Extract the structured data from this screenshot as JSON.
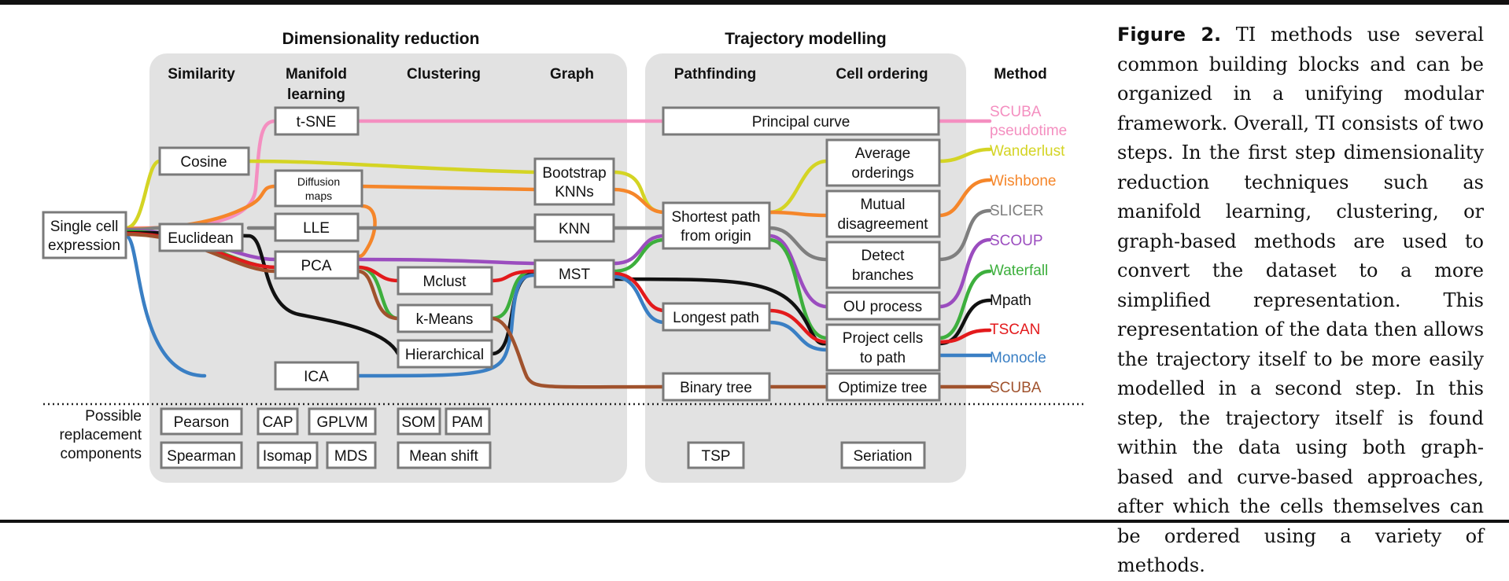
{
  "section_titles": {
    "dimensionality_reduction": "Dimensionality reduction",
    "trajectory_modelling": "Trajectory modelling"
  },
  "column_headers": {
    "similarity": "Similarity",
    "manifold_1": "Manifold",
    "manifold_2": "learning",
    "clustering": "Clustering",
    "graph": "Graph",
    "pathfinding": "Pathfinding",
    "cell_ordering": "Cell ordering",
    "method": "Method"
  },
  "nodes": {
    "single_cell_1": "Single cell",
    "single_cell_2": "expression",
    "cosine": "Cosine",
    "euclidean": "Euclidean",
    "tsne": "t-SNE",
    "diffusion_1": "Diffusion",
    "diffusion_2": "maps",
    "lle": "LLE",
    "pca": "PCA",
    "ica": "ICA",
    "mclust": "Mclust",
    "kmeans": "k-Means",
    "hierarchical": "Hierarchical",
    "bootstrap_1": "Bootstrap",
    "bootstrap_2": "KNNs",
    "knn": "KNN",
    "mst": "MST",
    "principal_curve": "Principal curve",
    "shortest_1": "Shortest path",
    "shortest_2": "from origin",
    "longest": "Longest path",
    "binary_tree": "Binary tree",
    "avg_1": "Average",
    "avg_2": "orderings",
    "mutual_1": "Mutual",
    "mutual_2": "disagreement",
    "detect_1": "Detect",
    "detect_2": "branches",
    "ou": "OU process",
    "project_1": "Project cells",
    "project_2": "to path",
    "optimize": "Optimize tree"
  },
  "replacement": {
    "label_1": "Possible",
    "label_2": "replacement",
    "label_3": "components",
    "pearson": "Pearson",
    "spearman": "Spearman",
    "cap": "CAP",
    "gplvm": "GPLVM",
    "isomap": "Isomap",
    "mds": "MDS",
    "som": "SOM",
    "pam": "PAM",
    "mean_shift": "Mean shift",
    "tsp": "TSP",
    "seriation": "Seriation"
  },
  "methods": [
    {
      "id": "scuba_pt",
      "label_1": "SCUBA",
      "label_2": "pseudotime",
      "color": "#f48fc0"
    },
    {
      "id": "wanderlust",
      "label_1": "Wanderlust",
      "color": "#d4d424"
    },
    {
      "id": "wishbone",
      "label_1": "Wishbone",
      "color": "#f5862a"
    },
    {
      "id": "slicer",
      "label_1": "SLICER",
      "color": "#7f7f7f"
    },
    {
      "id": "scoup",
      "label_1": "SCOUP",
      "color": "#9b4dbf"
    },
    {
      "id": "waterfall",
      "label_1": "Waterfall",
      "color": "#3daf3d"
    },
    {
      "id": "mpath",
      "label_1": "Mpath",
      "color": "#111111"
    },
    {
      "id": "tscan",
      "label_1": "TSCAN",
      "color": "#e31a1c"
    },
    {
      "id": "monocle",
      "label_1": "Monocle",
      "color": "#3a7fc4"
    },
    {
      "id": "scuba",
      "label_1": "SCUBA",
      "color": "#a0522d"
    }
  ],
  "caption": {
    "figure_label": "Figure 2.",
    "text": "TI methods use several common building blocks and can be organized in a unifying modular framework. Overall, TI consists of two steps. In the first step dimensionality reduction techniques such as manifold learning, clustering, or graph-based methods are used to convert the dataset to a more simplified representation. This representation of the data then allows the trajectory itself to be more easily modelled in a second step. In this step, the trajectory itself is found within the data using both graph-based and curve-based approaches, after which the cells themselves can be ordered using a variety of methods."
  }
}
